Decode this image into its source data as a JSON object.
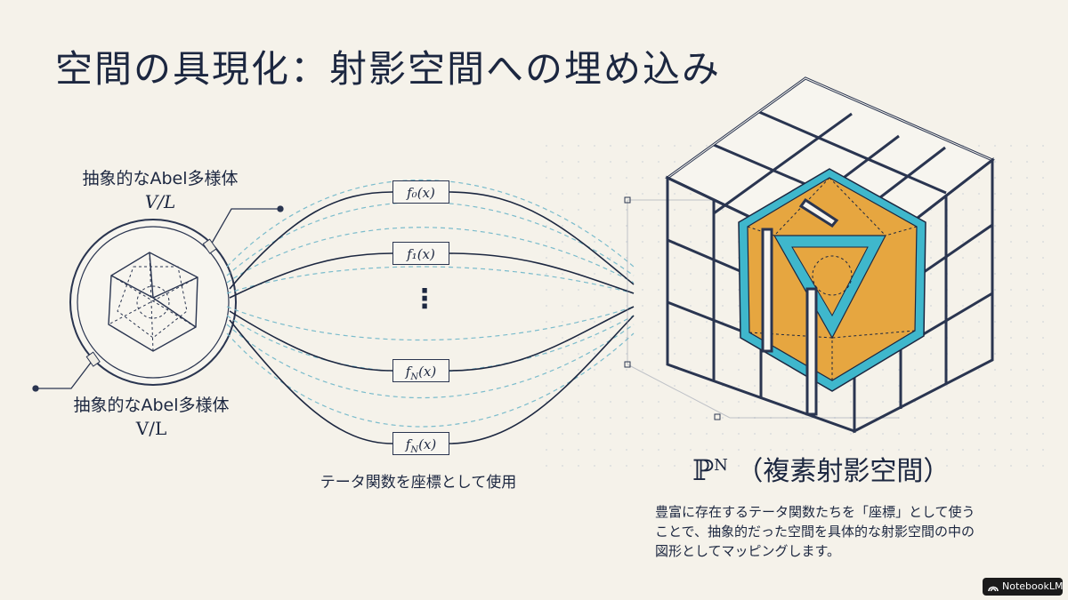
{
  "slide": {
    "title": "空間の具現化：射影空間への埋め込み",
    "source_label_top": "抽象的なAbel多様体",
    "source_sub_top": "V/L",
    "source_label_bottom": "抽象的なAbel多様体",
    "source_sub_bottom": "V/L",
    "functions": {
      "f0": "f₀(x)",
      "f1": "f₁(x)",
      "fN_a": "f_N(x)",
      "fN_b": "f_N(x)",
      "ellipsis": "⋮"
    },
    "caption": "テータ関数を座標として使用",
    "target_symbol": "ℙ",
    "target_superscript": "N",
    "target_label": "（複素射影空間）",
    "description": [
      "豊富に存在するテータ関数たちを「座標」として使う",
      "ことで、抽象的だった空間を具体的な射影空間の中の",
      "図形としてマッピングします。"
    ],
    "brand": "NotebookLM",
    "colors": {
      "background": "#f5f2ea",
      "ink": "#1c2740",
      "teal": "#3fb7cc",
      "gold": "#e6a640",
      "dashed_line": "#7bbccc"
    }
  }
}
